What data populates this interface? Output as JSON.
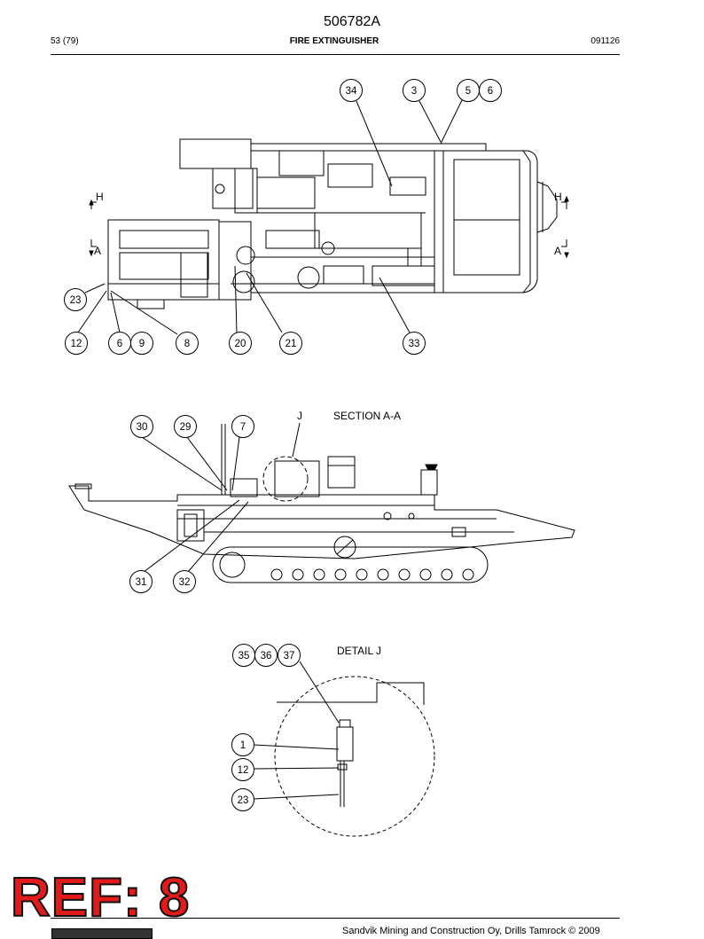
{
  "header": {
    "doc_number": "506782A",
    "page": "53 (79)",
    "title": "FIRE EXTINGUISHER",
    "date_code": "091126"
  },
  "views": {
    "top": {
      "callouts": [
        "34",
        "3",
        "5",
        "6",
        "23",
        "12",
        "6",
        "9",
        "8",
        "20",
        "21",
        "33"
      ],
      "section_marks": [
        "H",
        "A",
        "H",
        "A"
      ]
    },
    "section": {
      "title": "SECTION  A-A",
      "detail_marker": "J",
      "callouts": [
        "30",
        "29",
        "7",
        "31",
        "32"
      ]
    },
    "detail": {
      "title": "DETAIL  J",
      "callouts": [
        "35",
        "36",
        "37",
        "1",
        "12",
        "23"
      ]
    }
  },
  "stamp": {
    "text": "REF: 8",
    "color": "#e21a1a"
  },
  "footer": {
    "copyright": "Sandvik Mining and Construction Oy, Drills Tamrock © 2009"
  }
}
